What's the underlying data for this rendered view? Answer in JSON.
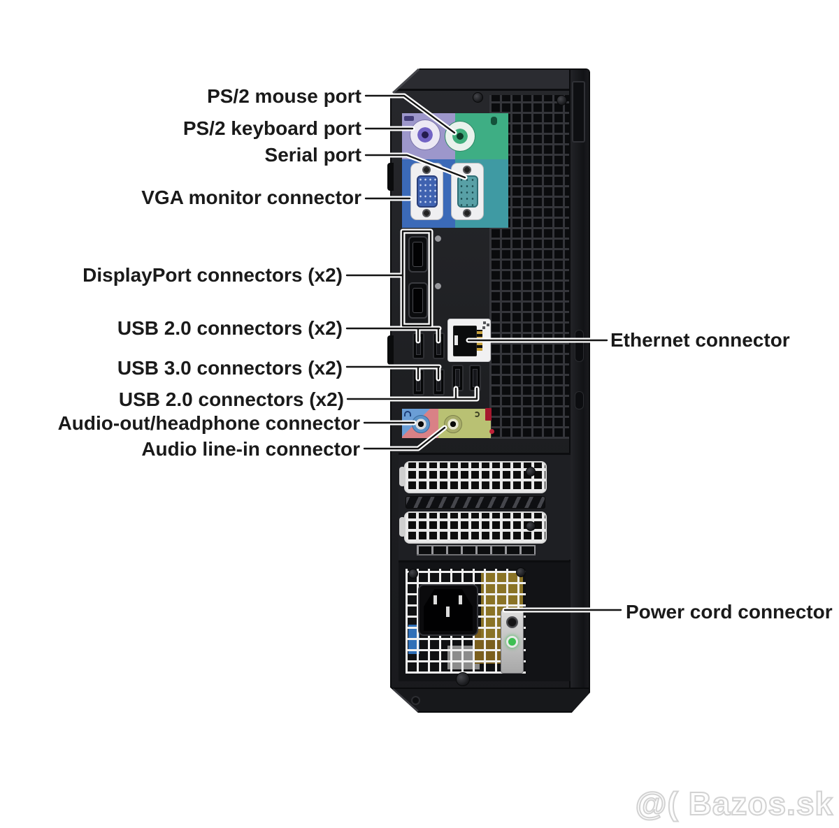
{
  "labels": {
    "ps2_mouse": "PS/2 mouse port",
    "ps2_keyboard": "PS/2 keyboard port",
    "serial": "Serial port",
    "vga": "VGA monitor connector",
    "displayport": "DisplayPort connectors (x2)",
    "usb2_top": "USB 2.0 connectors (x2)",
    "usb3": "USB 3.0 connectors (x2)",
    "usb2_bottom": "USB 2.0 connectors (x2)",
    "audio_out": "Audio-out/headphone connector",
    "audio_in": "Audio line-in connector",
    "ethernet": "Ethernet connector",
    "power": "Power cord connector"
  },
  "watermark": "@( Bazos.sk",
  "colors": {
    "ps2_keyboard_panel": "#9d97cb",
    "ps2_mouse_panel": "#3eae84",
    "vga_panel": "#3b6ab8",
    "serial_panel": "#3f9aa3",
    "audio_headphone_blue": "#6b9ed6",
    "audio_headphone_red": "#d98186",
    "audio_linein_panel": "#b9c173",
    "power_led_green": "#3dbf52",
    "label_text": "#1a1a1a"
  }
}
